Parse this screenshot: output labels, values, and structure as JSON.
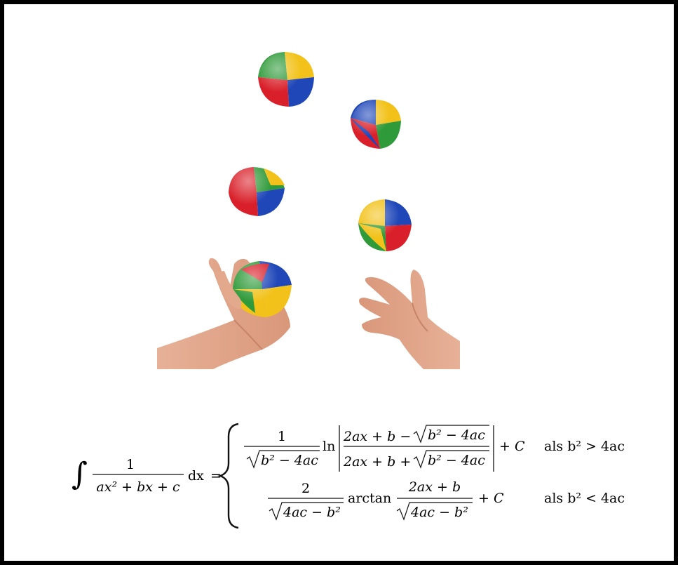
{
  "photo": {
    "subject": "juggling-balls",
    "ball_count": 5,
    "colors": {
      "red": "#d9202a",
      "blue": "#1f47b8",
      "green": "#2f9a3a",
      "yellow": "#f2c21a",
      "skin": "#e2a98c",
      "skin_shadow": "#c88468"
    }
  },
  "formula": {
    "lhs": {
      "integral_sign": "∫",
      "numerator": "1",
      "denominator": "ax² + bx + c",
      "differential": "dx",
      "equals": "="
    },
    "case1": {
      "frac_num": "1",
      "frac_den_root": "b² − 4ac",
      "func": "ln",
      "abs_num_left": "2ax + b −",
      "abs_num_root": "b² − 4ac",
      "abs_den_left": "2ax + b +",
      "abs_den_root": "b² − 4ac",
      "constant": "+ C",
      "condition": "als b² > 4ac"
    },
    "case2": {
      "frac_num": "2",
      "frac_den_root": "4ac − b²",
      "func": "arctan",
      "arg_num": "2ax + b",
      "arg_den_root": "4ac − b²",
      "constant": "+ C",
      "condition": "als b² < 4ac"
    }
  }
}
